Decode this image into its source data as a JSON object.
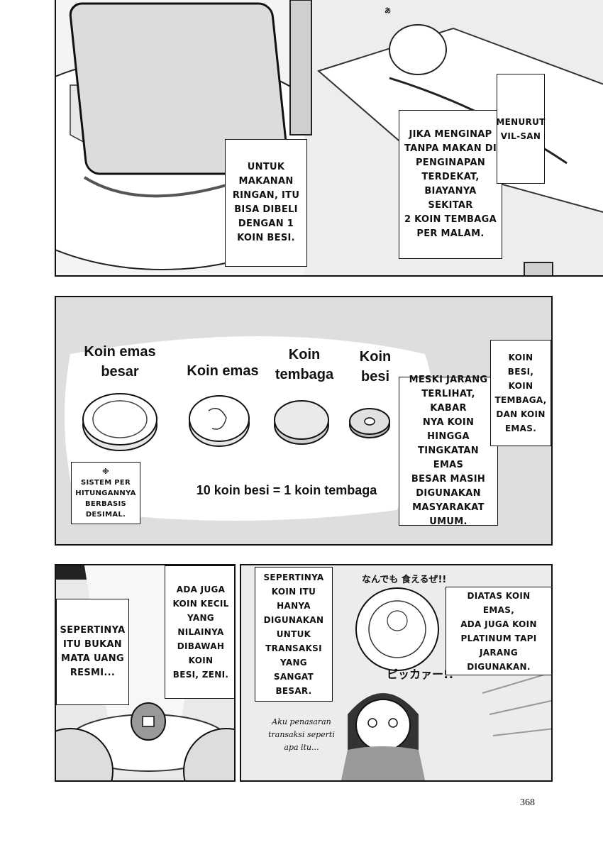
{
  "panel1": {
    "bubble_snack": "UNTUK\nMAKANAN\nRINGAN, ITU\nBISA DIBELI\nDENGAN 1\nKOIN BESI.",
    "bubble_inn": "JIKA MENGINAP\nTANPA MAKAN DI\nPENGINAPAN\nTERDEKAT,\nBIAYANYA SEKITAR\n2 KOIN TEMBAGA\nPER MALAM.",
    "bubble_vil": "MENURUT\nVIL-SAN",
    "sfx": "あ"
  },
  "panel2": {
    "coin_big_gold": "Koin emas\nbesar",
    "coin_gold": "Koin emas",
    "coin_copper": "Koin\ntembaga",
    "coin_iron": "Koin\nbesi",
    "equation": "10 koin besi = 1 koin tembaga",
    "note_mark": "※",
    "note": "SISTEM PER\nHITUNGANNYA\nBERBASIS\nDESIMAL.",
    "bubble_rare": "MESKI JARANG\nTERLIHAT, KABAR\nNYA KOIN HINGGA\nTINGKATAN EMAS\nBESAR MASIH\nDIGUNAKAN\nMASYARAKAT\nUMUM.",
    "bubble_three": "KOIN BESI,\nKOIN\nTEMBAGA,\nDAN KOIN\nEMAS."
  },
  "panel3": {
    "bubble_unofficial": "SEPERTINYA\nITU BUKAN\nMATA UANG\nRESMI...",
    "bubble_zeni": "ADA JUGA\nKOIN KECIL\nYANG\nNILAINYA\nDIBAWAH KOIN\nBESI, ZENI."
  },
  "panel4": {
    "bubble_big_tx": "SEPERTINYA\nKOIN ITU HANYA\nDIGUNAKAN\nUNTUK\nTRANSAKSI\nYANG SANGAT\nBESAR.",
    "bubble_platinum": "DIATAS KOIN EMAS,\nADA JUGA KOIN\nPLATINUM TAPI\nJARANG DIGUNAKAN.",
    "jp_top": "なんでも 食えるぜ!!",
    "jp_sfx": "ピッカァー!!",
    "thought": "Aku penasaran\ntransaksi seperti\napa itu..."
  },
  "page_number": "368"
}
